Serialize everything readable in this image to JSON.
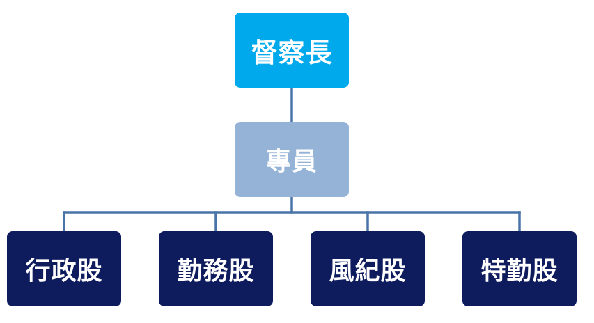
{
  "diagram": {
    "root": {
      "label": "督察長"
    },
    "middle": {
      "label": "專員"
    },
    "units": [
      {
        "label": "行政股"
      },
      {
        "label": "勤務股"
      },
      {
        "label": "風紀股"
      },
      {
        "label": "特勤股"
      }
    ]
  },
  "colors": {
    "root_fill": "#00a9ec",
    "middle_fill": "#95b3d7",
    "unit_fill": "#0e1b5c",
    "connector": "#4a74a8",
    "text": "#ffffff"
  }
}
